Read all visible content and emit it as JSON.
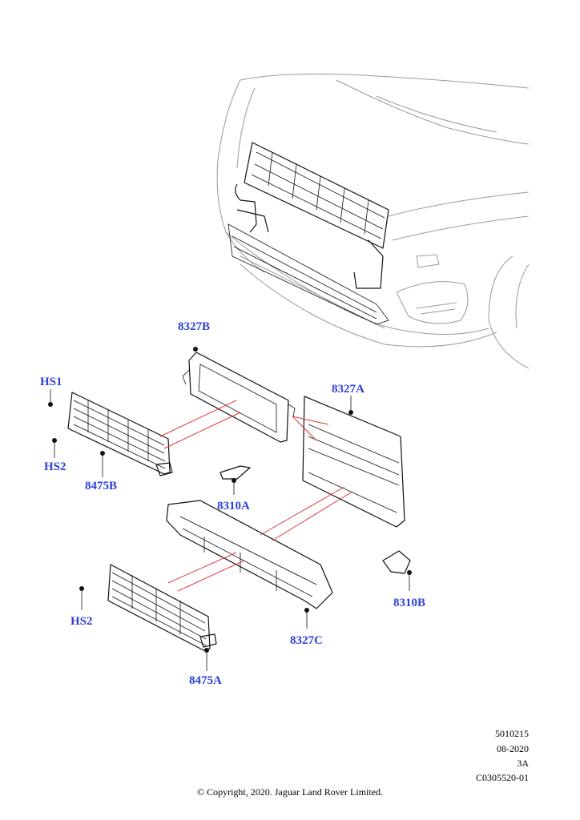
{
  "callouts": {
    "c8327B": "8327B",
    "cHS1": "HS1",
    "cHS2a": "HS2",
    "c8475B": "8475B",
    "c8327A": "8327A",
    "c8310A": "8310A",
    "c8310B": "8310B",
    "cHS2b": "HS2",
    "c8327C": "8327C",
    "c8475A": "8475A"
  },
  "reference": {
    "line1": "5010215",
    "line2": "08-2020",
    "line3": "3A",
    "line4": "C0305520-01"
  },
  "copyright": "© Copyright, 2020. Jaguar Land Rover Limited."
}
